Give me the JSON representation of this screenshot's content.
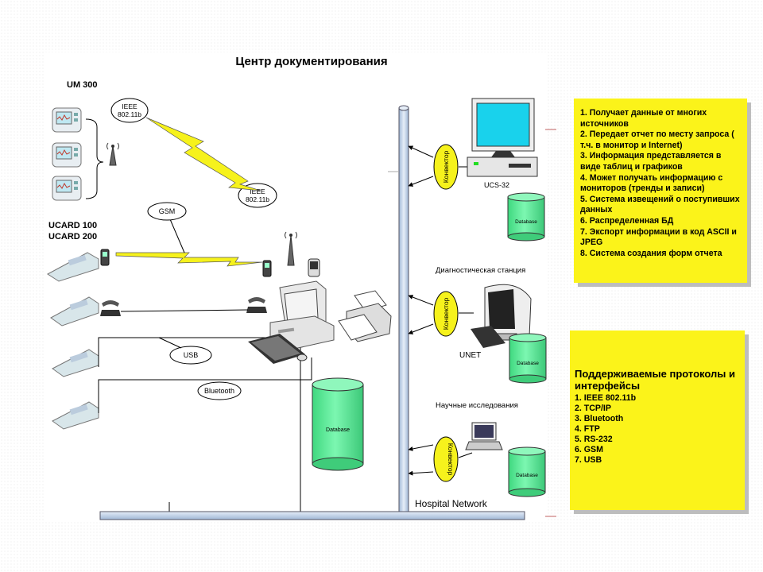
{
  "title": "Центр документирования",
  "devices": {
    "um300": "UM 300",
    "ucard": [
      "UCARD 100",
      "UCARD 200"
    ],
    "ucs32": "UCS-32",
    "unet": "UNET"
  },
  "links": {
    "ieee_left": [
      "IEEE",
      "802.11b"
    ],
    "ieee_right": [
      "IEEE",
      "802.11b"
    ],
    "gsm": "GSM",
    "usb": "USB",
    "bluetooth": "Bluetooth"
  },
  "converter_label": "Конвектор",
  "database_label": "Database",
  "stations": {
    "diagnostic": "Диагностическая станция",
    "research": "Научные исследования"
  },
  "network_label": "Hospital Network",
  "features_note": {
    "items": [
      "1. Получает данные от многих источников",
      "2. Передает отчет по месту запроса ( т.ч. в монитор и Internet)",
      "3. Информация представляется в виде таблиц и графиков",
      "4. Может получать информацию с мониторов (тренды и записи)",
      "5. Система извещений о поступивших данных",
      "6. Распределенная БД",
      "7. Экспорт информации в код ASCII и JPEG",
      "8. Система создания форм отчета"
    ]
  },
  "protocols_note": {
    "title": "Поддерживаемые протоколы и интерфейсы",
    "items": [
      "1. IEEE 802.11b",
      "2. TCP/IP",
      "3. Bluetooth",
      "4. FTP",
      "5. RS-232",
      "6. GSM",
      "7. USB"
    ]
  },
  "colors": {
    "note_yellow": "#fbf31a",
    "database_green": "#5ef29a",
    "network_blue": "#c9d9ec",
    "lightning_yellow": "#f6f21c",
    "monitor_cyan": "#19d2ec"
  }
}
